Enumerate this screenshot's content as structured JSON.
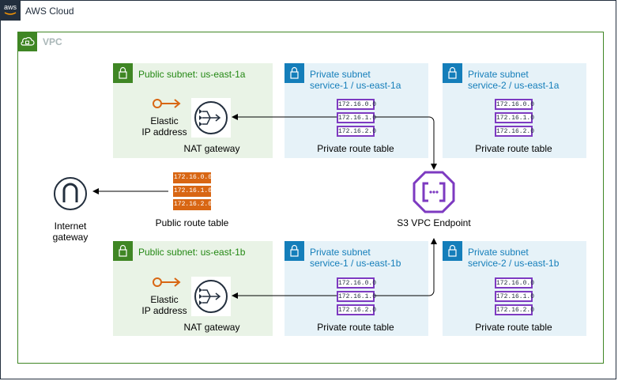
{
  "cloud": {
    "title": "AWS Cloud",
    "badge_text": "aws"
  },
  "vpc": {
    "title": "VPC"
  },
  "public_subnets": [
    {
      "title": "Public subnet: us-east-1a",
      "eip_label_1": "Elastic",
      "eip_label_2": "IP address",
      "nat_label": "NAT gateway"
    },
    {
      "title": "Public subnet: us-east-1b",
      "eip_label_1": "Elastic",
      "eip_label_2": "IP address",
      "nat_label": "NAT gateway"
    }
  ],
  "private_subnets": [
    {
      "title_1": "Private subnet",
      "title_2": "service-1 / us-east-1a",
      "route_table_label": "Private route table",
      "rows": [
        "172.16.0.0",
        "172.16.1.0",
        "172.16.2.0"
      ]
    },
    {
      "title_1": "Private subnet",
      "title_2": "service-2 / us-east-1a",
      "route_table_label": "Private route table",
      "rows": [
        "172.16.0.0",
        "172.16.1.0",
        "172.16.2.0"
      ]
    },
    {
      "title_1": "Private subnet",
      "title_2": "service-1 / us-east-1b",
      "route_table_label": "Private route table",
      "rows": [
        "172.16.0.0",
        "172.16.1.0",
        "172.16.2.0"
      ]
    },
    {
      "title_1": "Private subnet",
      "title_2": "service-2 / us-east-1b",
      "route_table_label": "Private route table",
      "rows": [
        "172.16.0.0",
        "172.16.1.0",
        "172.16.2.0"
      ]
    }
  ],
  "public_route_table": {
    "label": "Public route table",
    "rows": [
      "172.16.0.0",
      "172.16.1.0",
      "172.16.2.0"
    ]
  },
  "internet_gateway": {
    "label_1": "Internet",
    "label_2": "gateway"
  },
  "s3_endpoint": {
    "label": "S3 VPC Endpoint"
  },
  "colors": {
    "public": "#3f8624",
    "private": "#147eba",
    "route_table": "#7d3ac1",
    "public_route_table": "#d86613",
    "eip": "#d86613",
    "endpoint": "#7d3ac1"
  }
}
